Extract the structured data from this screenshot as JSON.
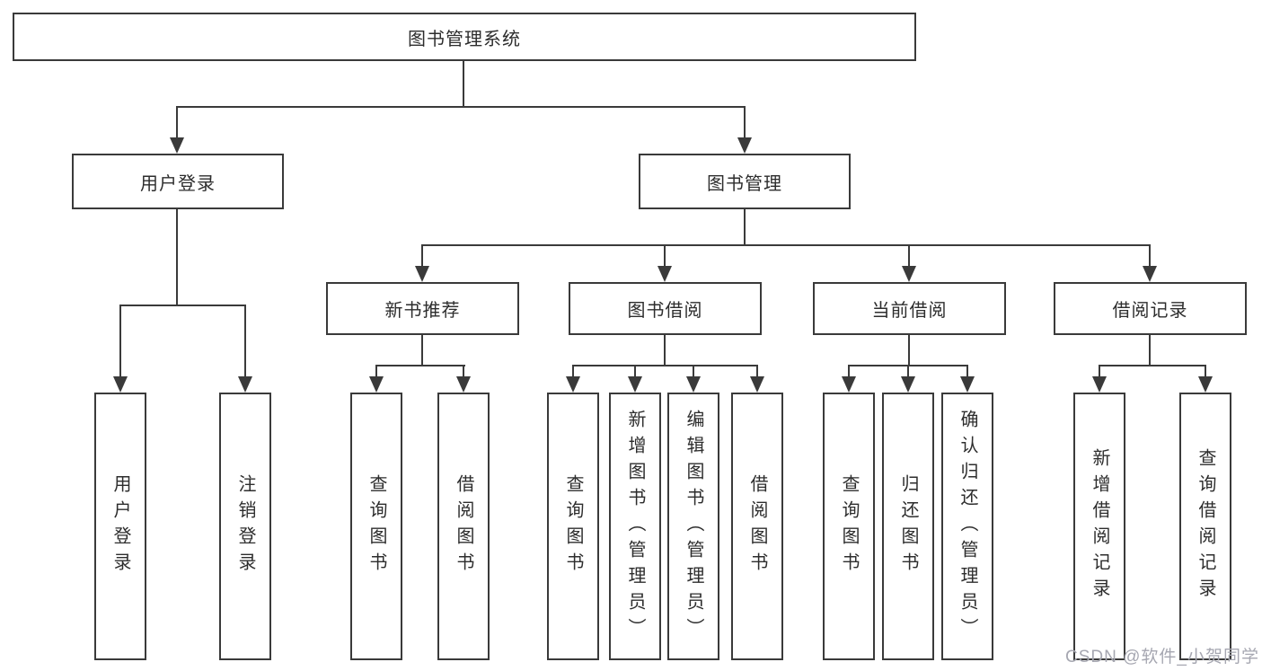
{
  "diagram_type": "functional-structure-tree",
  "nodes": {
    "root": "图书管理系统",
    "user_login": "用户登录",
    "book_mgmt": "图书管理",
    "new_book_rec": "新书推荐",
    "book_borrow": "图书借阅",
    "current_borrow": "当前借阅",
    "borrow_records": "借阅记录",
    "leaf_user_login": "用户登录",
    "leaf_logout": "注销登录",
    "leaf_nb_query": "查询图书",
    "leaf_nb_borrow": "借阅图书",
    "leaf_bb_query": "查询图书",
    "leaf_bb_add": "新增图书（管理员）",
    "leaf_bb_edit": "编辑图书（管理员）",
    "leaf_bb_borrow": "借阅图书",
    "leaf_cb_query": "查询图书",
    "leaf_cb_return": "归还图书",
    "leaf_cb_confirm": "确认归还（管理员）",
    "leaf_br_add": "新增借阅记录",
    "leaf_br_query": "查询借阅记录"
  },
  "watermark": "CSDN @软件_小贺同学",
  "colors": {
    "line": "#3a3a3a",
    "text": "#2d2d2d",
    "watermark": "#a6a7b1",
    "background": "#ffffff"
  }
}
